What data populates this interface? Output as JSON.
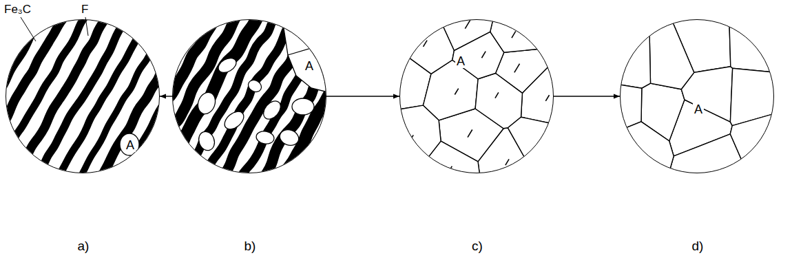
{
  "diagram": {
    "nodes": [
      {
        "text": [
          "A",
          "a)"
        ]
      },
      {
        "text": [
          "A",
          "b)"
        ]
      },
      {
        "text": [
          "A",
          "c)"
        ]
      },
      {
        "text": [
          "A",
          "d)"
        ]
      }
    ],
    "edges": [
      {
        "from": 1,
        "to": 0,
        "arrow": "to"
      },
      {
        "from": 1,
        "to": 2,
        "arrow": "to"
      },
      {
        "from": 2,
        "to": 3,
        "arrow": "to"
      }
    ],
    "labels": [
      "Fe₃C",
      "F"
    ]
  }
}
